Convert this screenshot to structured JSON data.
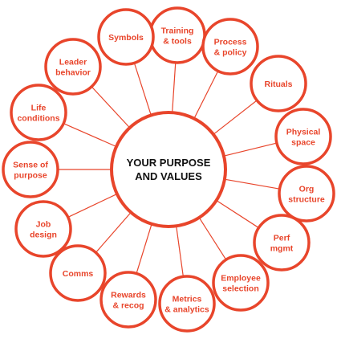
{
  "colors": {
    "accent": "#e8452b",
    "hub_text": "#111111",
    "background": "#ffffff"
  },
  "hub": {
    "lines": [
      "YOUR PURPOSE",
      "AND VALUES"
    ]
  },
  "nodes": [
    {
      "id": "training-tools",
      "lines": [
        "Training",
        "& tools"
      ]
    },
    {
      "id": "process-policy",
      "lines": [
        "Process",
        "& policy"
      ]
    },
    {
      "id": "rituals",
      "lines": [
        "Rituals"
      ]
    },
    {
      "id": "physical-space",
      "lines": [
        "Physical",
        "space"
      ]
    },
    {
      "id": "org-structure",
      "lines": [
        "Org",
        "structure"
      ]
    },
    {
      "id": "perf-mgmt",
      "lines": [
        "Perf",
        "mgmt"
      ]
    },
    {
      "id": "employee-selection",
      "lines": [
        "Employee",
        "selection"
      ]
    },
    {
      "id": "metrics-analytics",
      "lines": [
        "Metrics",
        "& analytics"
      ]
    },
    {
      "id": "rewards-recog",
      "lines": [
        "Rewards",
        "& recog"
      ]
    },
    {
      "id": "comms",
      "lines": [
        "Comms"
      ]
    },
    {
      "id": "job-design",
      "lines": [
        "Job",
        "design"
      ]
    },
    {
      "id": "sense-of-purpose",
      "lines": [
        "Sense of",
        "purpose"
      ]
    },
    {
      "id": "life-conditions",
      "lines": [
        "Life",
        "conditions"
      ]
    },
    {
      "id": "leader-behavior",
      "lines": [
        "Leader",
        "behavior"
      ]
    },
    {
      "id": "symbols",
      "lines": [
        "Symbols"
      ]
    }
  ]
}
